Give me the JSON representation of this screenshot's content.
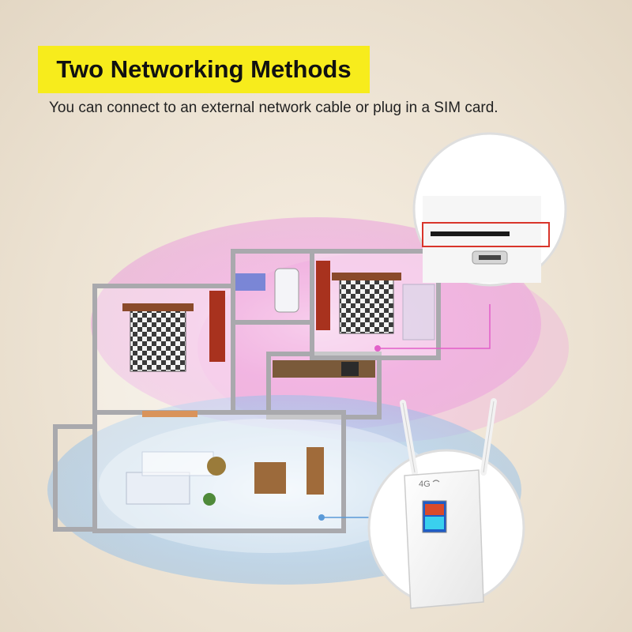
{
  "headline": "Two Networking Methods",
  "subtitle": "You can connect to an external network cable or plug in a SIM card.",
  "router": {
    "badge": "4G"
  },
  "colors": {
    "highlight": "#f7ec1c",
    "pink_zone": "#f0a6e0",
    "blue_zone": "#9fc8ee",
    "background": "#ece2d2"
  },
  "icons": [
    "floorplan-illustration",
    "router-device-icon",
    "sim-slot-closeup",
    "antenna-icon",
    "wifi-signal-icon"
  ]
}
